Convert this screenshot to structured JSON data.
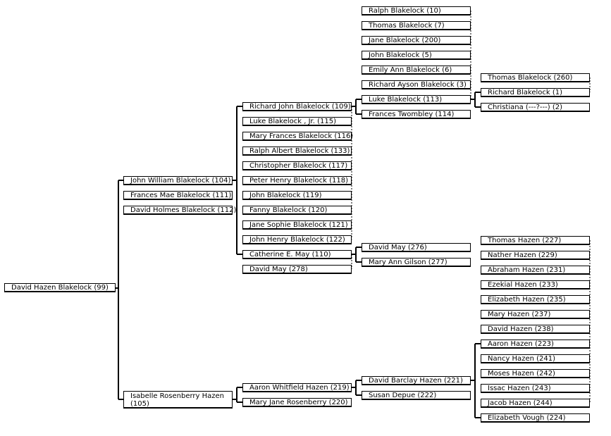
{
  "root": "David Hazen Blakelock (99)",
  "gen1": {
    "father": "John William Blakelock (104)",
    "father_siblings": [
      "Frances Mae Blakelock (111)",
      "David Holmes Blakelock (112)"
    ],
    "mother": "Isabelle Rosenberry Hazen (105)"
  },
  "gen2": {
    "paternal_grandfather": "Richard John Blakelock (109)",
    "paternal_grandfather_siblings": [
      "Luke Blakelock , Jr. (115)",
      "Mary Frances Blakelock (116)",
      "Ralph Albert Blakelock (133)",
      "Christopher Blakelock (117)",
      "Peter Henry Blakelock (118)",
      "John Blakelock (119)",
      "Fanny Blakelock (120)",
      "Jane Sophie Blakelock (121)",
      "John Henry Blakelock (122)"
    ],
    "paternal_grandmother": "Catherine E. May (110)",
    "paternal_grandmother_siblings": [
      "David May (278)"
    ],
    "maternal_grandfather": "Aaron Whitfield Hazen (219)",
    "maternal_grandmother": "Mary Jane Rosenberry (220)"
  },
  "gen3": {
    "luke_siblings": [
      "Ralph Blakelock (10)",
      "Thomas Blakelock (7)",
      "Jane Blakelock (200)",
      "John Blakelock (5)",
      "Emily Ann Blakelock (6)",
      "Richard Ayson Blakelock (3)"
    ],
    "luke": "Luke Blakelock (113)",
    "frances": "Frances Twombley (114)",
    "david_may": "David May (276)",
    "mary_ann": "Mary Ann Gilson (277)",
    "david_barclay": "David Barclay Hazen (221)",
    "susan": "Susan Depue (222)"
  },
  "gen4": {
    "richard_siblings": [
      "Thomas Blakelock (260)"
    ],
    "richard": "Richard Blakelock (1)",
    "christiana": "Christiana (---?---) (2)",
    "aaron_siblings": [
      "Thomas Hazen (227)",
      "Nather Hazen (229)",
      "Abraham Hazen (231)",
      "Ezekial Hazen (233)",
      "Elizabeth Hazen (235)",
      "Mary Hazen (237)",
      "David Hazen (238)"
    ],
    "aaron": "Aaron Hazen (223)",
    "aaron_siblings_after": [
      "Nancy Hazen (241)",
      "Moses Hazen (242)",
      "Issac Hazen (243)",
      "Jacob Hazen (244)"
    ],
    "elizabeth_vough": "Elizabeth Vough (224)"
  }
}
